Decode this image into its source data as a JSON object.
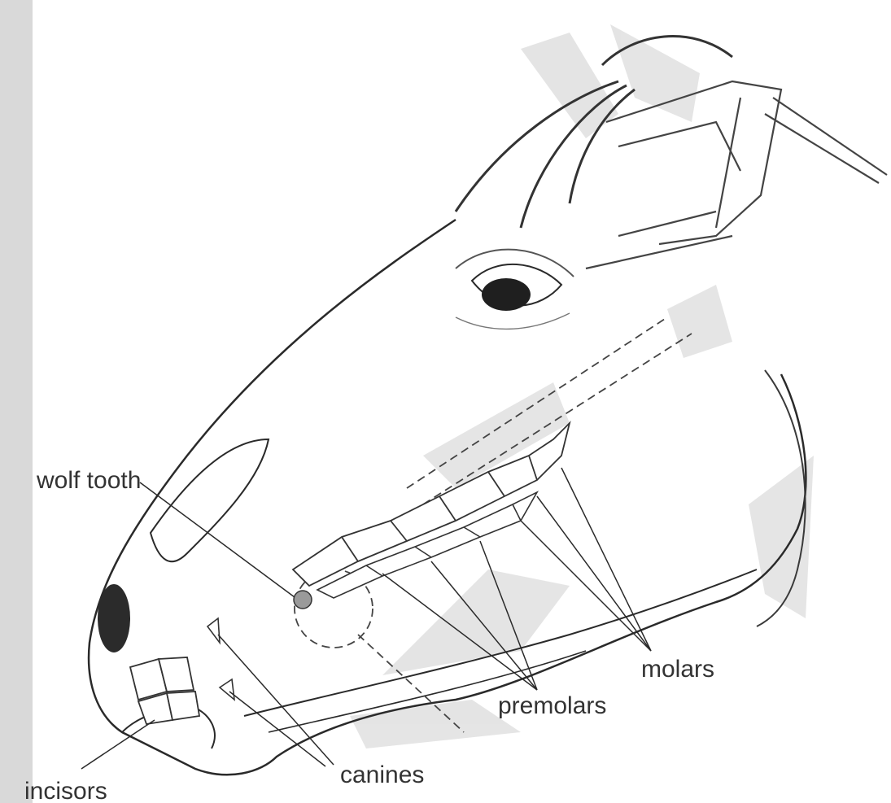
{
  "diagram": {
    "labels": {
      "wolf_tooth": "wolf tooth",
      "molars": "molars",
      "premolars": "premolars",
      "canines": "canines",
      "incisors": "incisors"
    }
  }
}
